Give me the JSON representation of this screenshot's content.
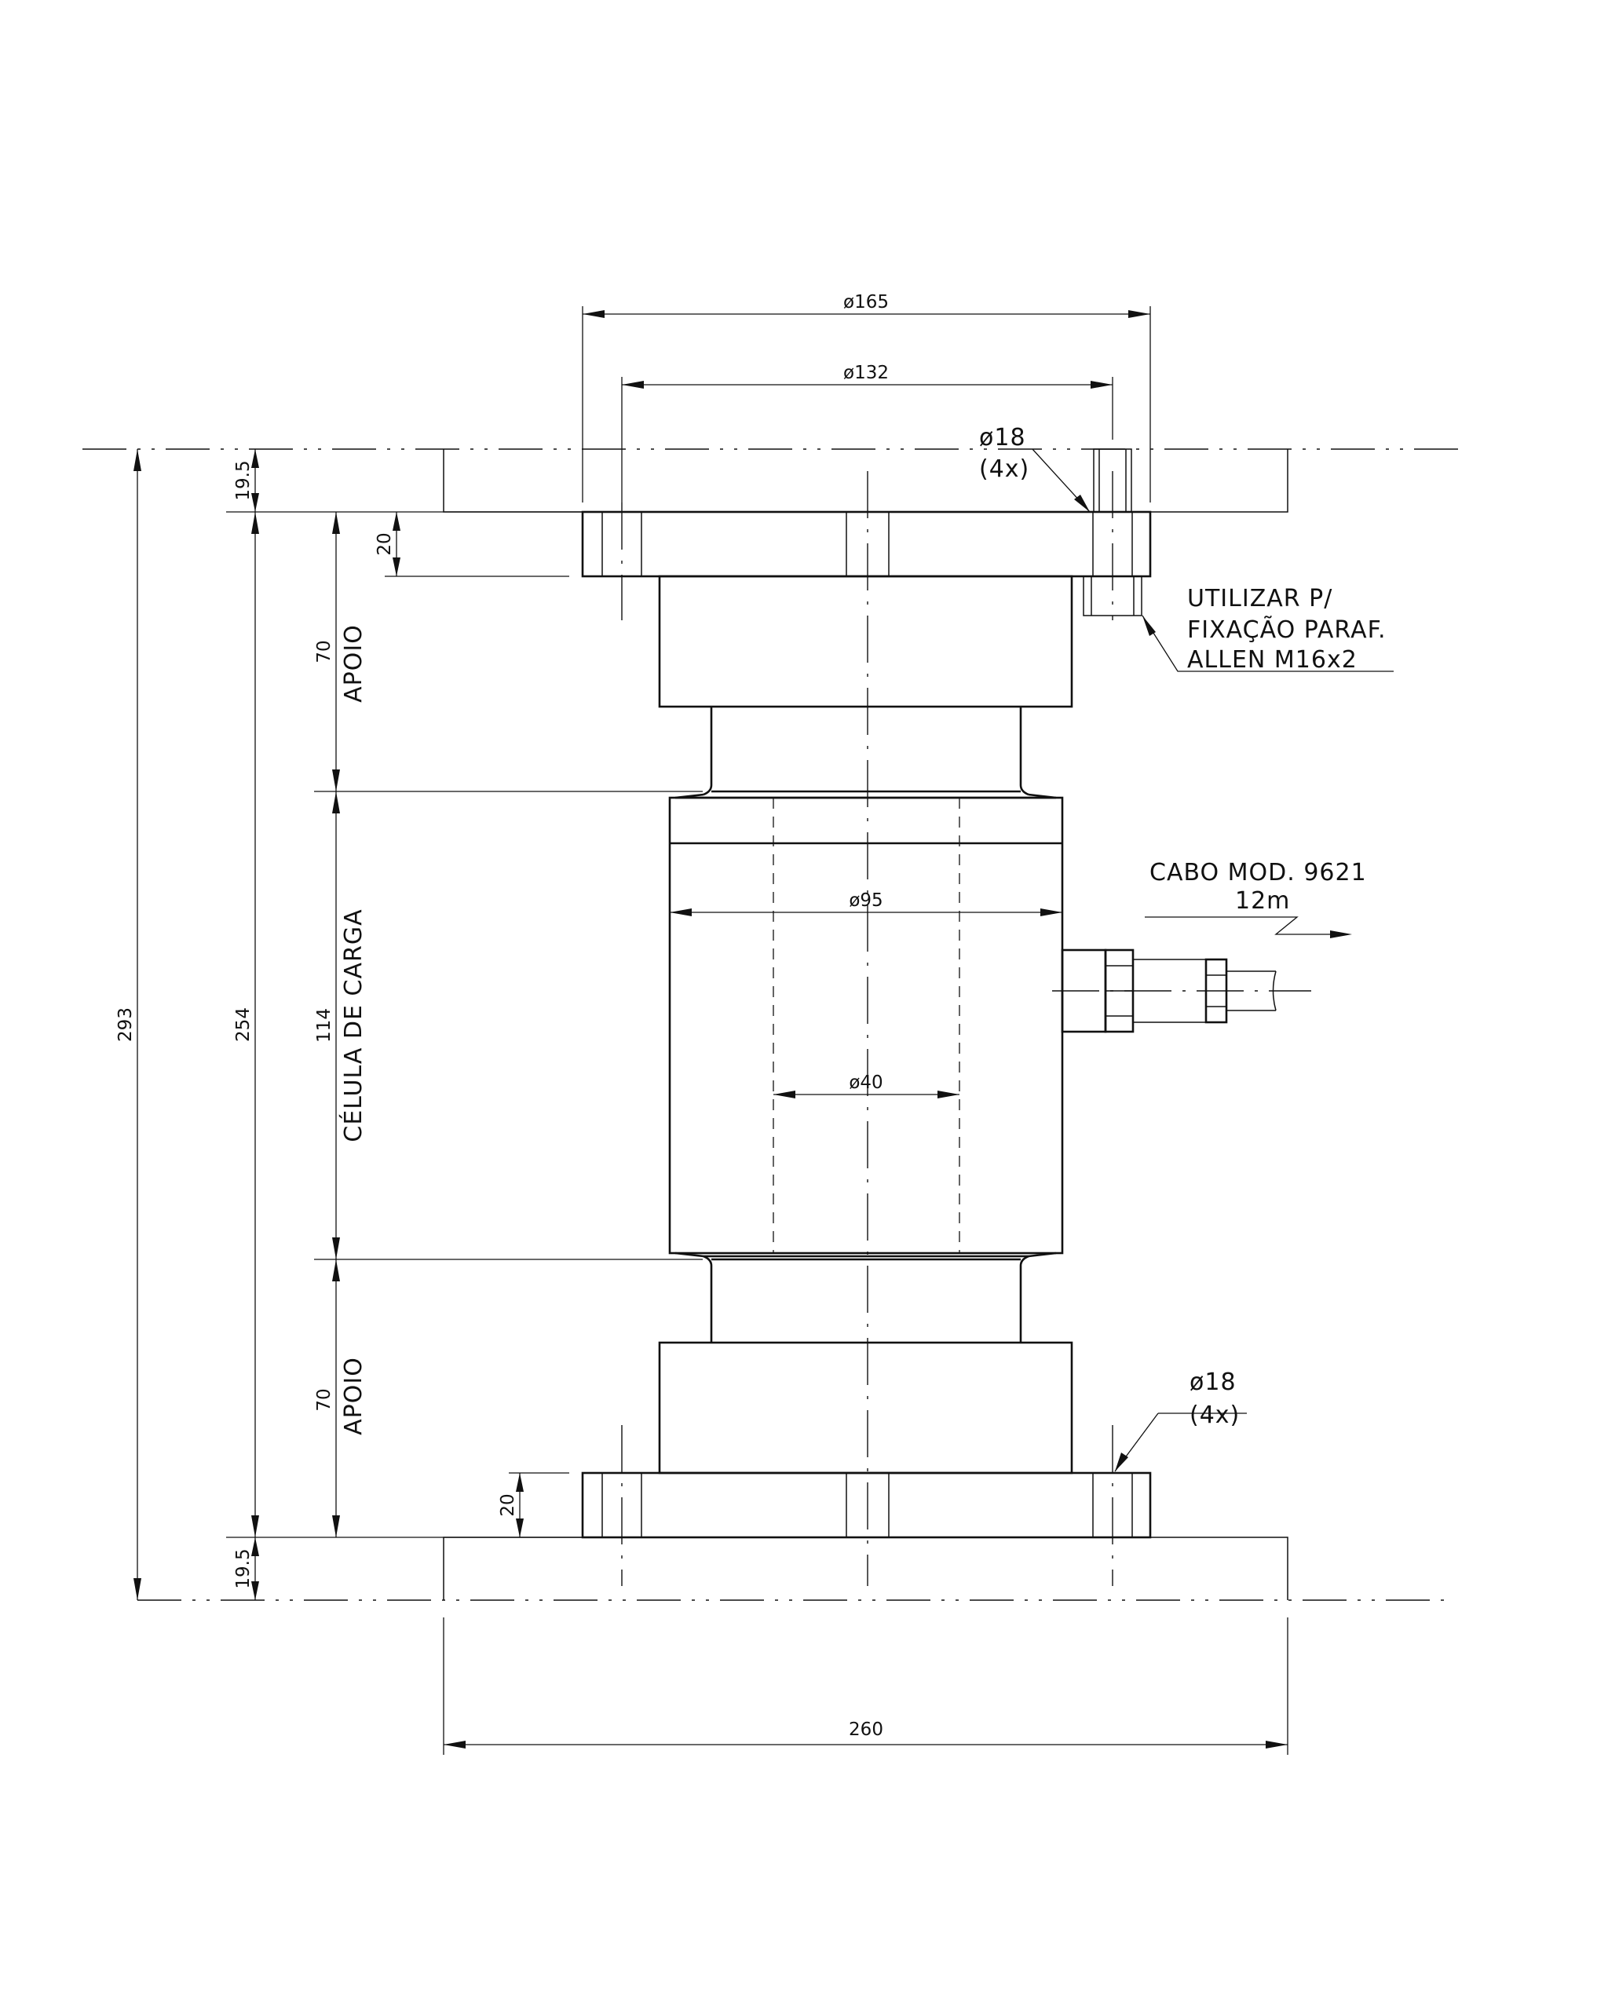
{
  "dimensions": {
    "d165": "ø165",
    "d132": "ø132",
    "d95": "ø95",
    "d40": "ø40",
    "h293": "293",
    "h254": "254",
    "h19_5_top": "19.5",
    "h19_5_bottom": "19.5",
    "h20_top": "20",
    "h20_bottom": "20",
    "h70_top": "70",
    "h114": "114",
    "h70_bottom": "70",
    "w260": "260"
  },
  "sections": {
    "upper_support": "APOIO",
    "load_cell": "CÉLULA DE CARGA",
    "lower_support": "APOIO"
  },
  "hole_callout_top": {
    "diameter": "ø18",
    "count": "(4x)"
  },
  "hole_callout_bottom": {
    "diameter": "ø18",
    "count": "(4x)"
  },
  "fixing_note": {
    "line1": "UTILIZAR P/",
    "line2": "FIXAÇÃO PARAF.",
    "line3": "ALLEN M16x2"
  },
  "cable_note": {
    "line1": "CABO MOD. 9621",
    "line2": "12m"
  }
}
